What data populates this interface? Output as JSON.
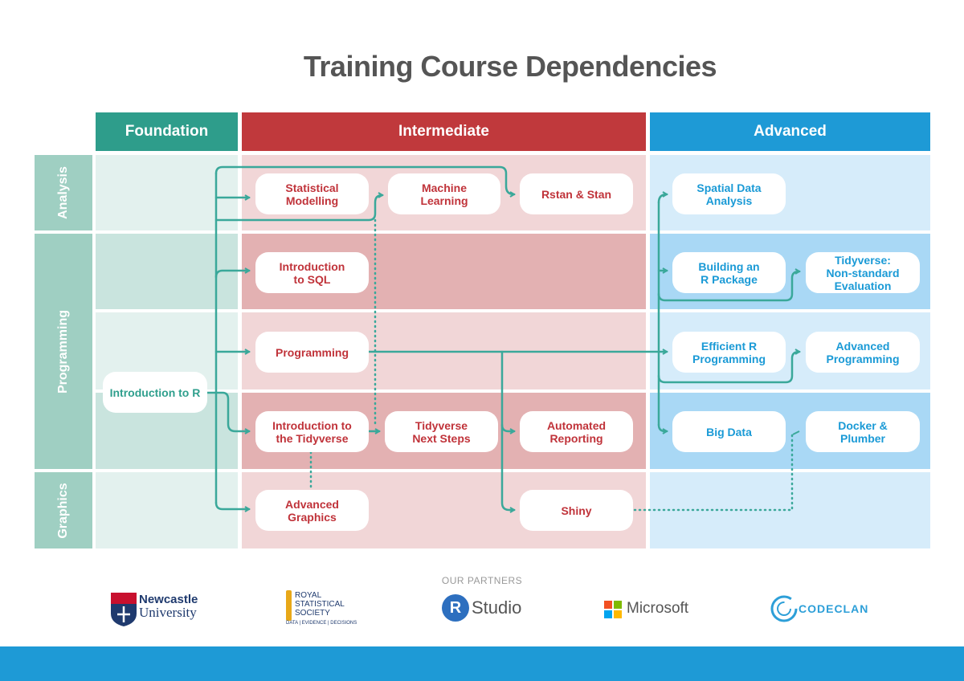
{
  "title": "Training Course Dependencies",
  "columns": [
    {
      "label": "Foundation",
      "color": "#2e9d8b"
    },
    {
      "label": "Intermediate",
      "color": "#c0393c"
    },
    {
      "label": "Advanced",
      "color": "#1e9ad6"
    }
  ],
  "rows": [
    "Analysis",
    "Programming",
    "Graphics"
  ],
  "colors": {
    "foundation_cell": "#c9e4de",
    "intermediate_light": "#f1d6d7",
    "intermediate_dark": "#e3b1b2",
    "advanced_light": "#d6ecfa",
    "advanced_dark": "#a9d8f5",
    "connector": "#3aa89a",
    "footer": "#1e9ad6"
  },
  "nodes": {
    "intro_r": "Introduction to R",
    "stat_modelling": "Statistical\nModelling",
    "machine_learning": "Machine\nLearning",
    "rstan": "Rstan & Stan",
    "intro_sql": "Introduction\nto SQL",
    "programming": "Programming",
    "intro_tidyverse": "Introduction to\nthe Tidyverse",
    "tidyverse_next": "Tidyverse\nNext Steps",
    "automated_reporting": "Automated\nReporting",
    "advanced_graphics": "Advanced\nGraphics",
    "shiny": "Shiny",
    "spatial": "Spatial Data\nAnalysis",
    "r_package": "Building an\nR Package",
    "tidyverse_nse": "Tidyverse:\nNon-standard\nEvaluation",
    "efficient_r": "Efficient R\nProgramming",
    "advanced_programming": "Advanced\nProgramming",
    "big_data": "Big Data",
    "docker": "Docker &\nPlumber"
  },
  "partners": {
    "heading": "OUR PARTNERS",
    "newcastle": [
      "Newcastle",
      "University"
    ],
    "rss": [
      "ROYAL",
      "STATISTICAL",
      "SOCIETY",
      "DATA | EVIDENCE | DECISIONS"
    ],
    "rstudio": [
      "R",
      "Studio"
    ],
    "microsoft": "Microsoft",
    "codeclan": "CODECLAN"
  }
}
